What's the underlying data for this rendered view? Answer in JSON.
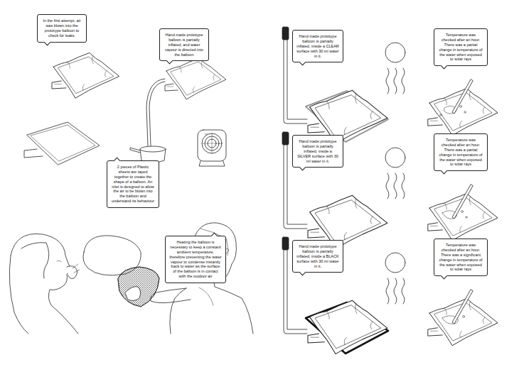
{
  "diagram": {
    "nodes": [
      {
        "text": [
          "In the first attempt, air was blown into the prototype balloon to check for leaks."
        ]
      },
      {
        "text": [
          "Hand made prototype balloon is partially inflated, and water vapour is directed into the balloon"
        ]
      },
      {
        "text": [
          "2 pieces of Plastic sheets are taped together to create the shape of a balloon. An inlet is designed to allow the air to be blown into the balloon and understand its behaviour"
        ]
      },
      {
        "text": [
          "Heating the balloon is necessary to keep a constant ambient temperature, therefore preventing the water vapour to condense instantly back to water as the surface of the balloon is in contact with the outdoor air"
        ]
      },
      {
        "text": [
          "Hand made prototype balloon is partially inflated, inside a CLEAR surface with 30 ml water in it."
        ]
      },
      {
        "text": [
          "Temperature was checked after an hour. There was a partial change in temperature of the water when exposed to solar rays"
        ]
      },
      {
        "text": [
          "Hand made prototype balloon is partially inflated, inside a SILVER surface with 30 ml water in it."
        ]
      },
      {
        "text": [
          "Temperature was checked after an hour. There was a partial change in temperature of the water when exposed to solar rays"
        ]
      },
      {
        "text": [
          "Hand made prototype balloon is partially inflated, inside a BLACK surface with 30 ml water in it."
        ]
      },
      {
        "text": [
          "Temperature was checked after an hour. There was a significant change in temperature of the water when exposed to solar rays"
        ]
      }
    ]
  }
}
